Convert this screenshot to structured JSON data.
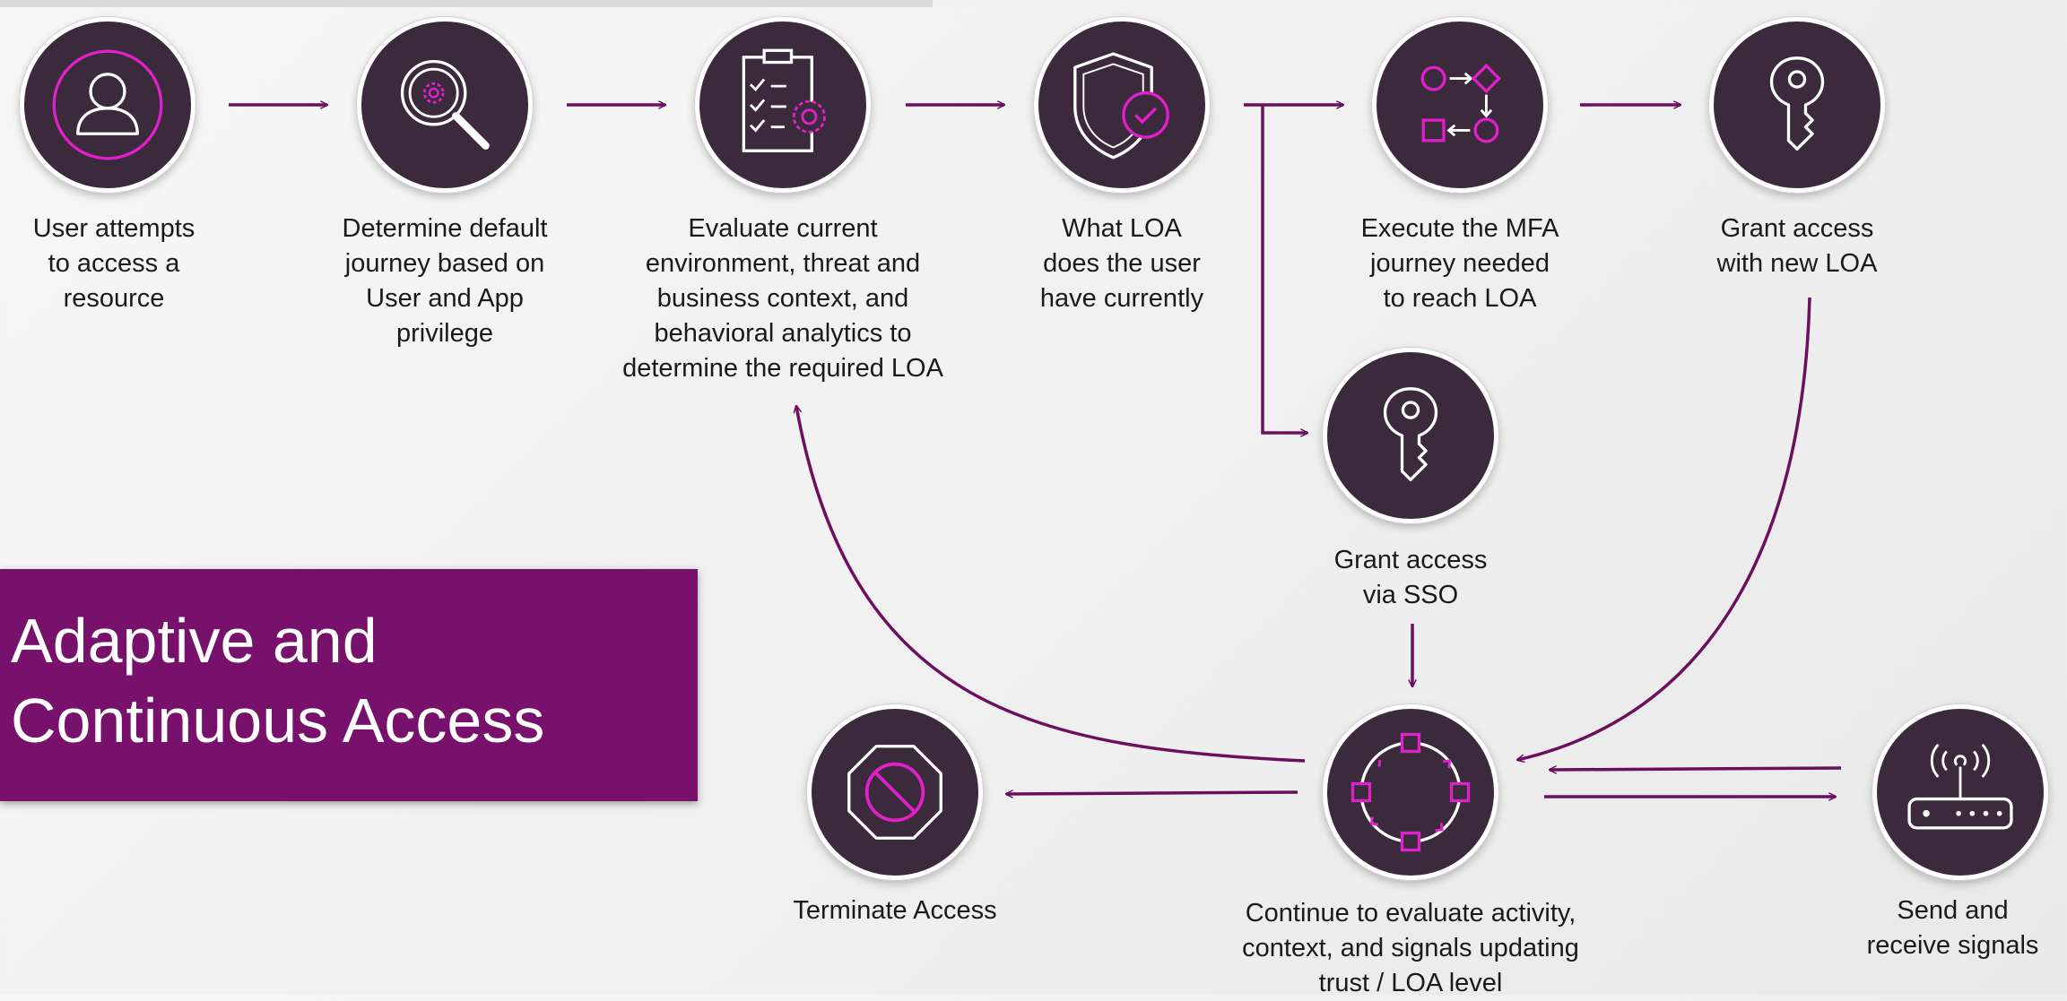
{
  "title": "Adaptive and\nContinuous Access",
  "colors": {
    "node_fill": "#3b2a3b",
    "accent": "#e020c8",
    "arrow": "#6b0f5e",
    "title_bg": "#78116b"
  },
  "steps": [
    {
      "id": "user-attempts",
      "label": "User attempts\nto access a\nresource",
      "icon": "user-icon"
    },
    {
      "id": "determine-journey",
      "label": "Determine default\njourney based on\nUser and App\nprivilege",
      "icon": "magnifier-gear-icon"
    },
    {
      "id": "evaluate-context",
      "label": "Evaluate current\nenvironment, threat and\nbusiness context, and\nbehavioral analytics to\ndetermine the required LOA",
      "icon": "checklist-gear-icon"
    },
    {
      "id": "current-loa",
      "label": "What LOA\ndoes the user\nhave currently",
      "icon": "shield-check-icon"
    },
    {
      "id": "execute-mfa",
      "label": "Execute the MFA\njourney needed\nto reach LOA",
      "icon": "workflow-icon"
    },
    {
      "id": "grant-new-loa",
      "label": "Grant access\nwith new LOA",
      "icon": "key-icon"
    },
    {
      "id": "grant-sso",
      "label": "Grant access\nvia SSO",
      "icon": "key-icon"
    },
    {
      "id": "continuous-eval",
      "label": "Continue to evaluate activity,\ncontext, and signals updating\ntrust / LOA level",
      "icon": "cycle-icon"
    },
    {
      "id": "terminate",
      "label": "Terminate Access",
      "icon": "no-entry-icon"
    },
    {
      "id": "signals",
      "label": "Send and\nreceive signals",
      "icon": "router-icon"
    }
  ]
}
